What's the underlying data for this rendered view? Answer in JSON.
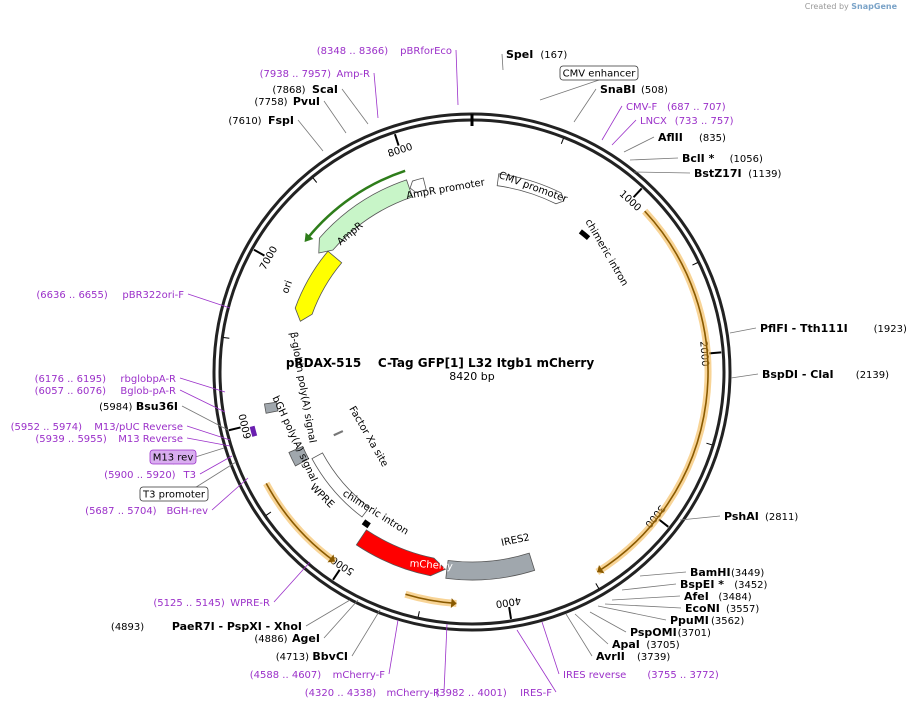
{
  "credit": {
    "prefix": "Created by",
    "brand": "SnapGene"
  },
  "plasmid": {
    "name": "pRDAX-515    C-Tag GFP[1] L32 Itgb1 mCherry",
    "size_label": "8420 bp",
    "length": 8420
  },
  "ticks": [
    "1000",
    "2000",
    "3000",
    "4000",
    "5000",
    "6000",
    "7000",
    "8000"
  ],
  "colors": {
    "primer": "#9b30c9",
    "orange_arc": "#f2b040",
    "amp": "#c8f5c8",
    "amp_arrow": "#2e7d1a",
    "ori": "#ffff00",
    "mcherry": "#ff0000",
    "ires": "#a0a7ad",
    "gray_feature": "#a0a7ad"
  },
  "sites": [
    {
      "id": "spei",
      "name": "SpeI",
      "pos": "(167)",
      "label_pos": 167
    },
    {
      "id": "snabi",
      "name": "SnaBI",
      "pos": "(508)",
      "label_pos": 508
    },
    {
      "id": "aflii",
      "name": "AflII",
      "pos": "(835)",
      "label_pos": 835
    },
    {
      "id": "bcli",
      "name": "BclI *",
      "pos": "(1056)",
      "label_pos": 1056
    },
    {
      "id": "bstz17i",
      "name": "BstZ17I",
      "pos": "(1139)",
      "label_pos": 1139
    },
    {
      "id": "pflfi",
      "name": "PflFI  - Tth111I",
      "pos": "(1923)",
      "label_pos": 1923
    },
    {
      "id": "bspdi",
      "name": "BspDI  - ClaI",
      "pos": "(2139)",
      "label_pos": 2139
    },
    {
      "id": "pshai",
      "name": "PshAI",
      "pos": "(2811)",
      "label_pos": 2811
    },
    {
      "id": "bamhi",
      "name": "BamHI",
      "pos": "(3449)",
      "label_pos": 3449
    },
    {
      "id": "bspei",
      "name": "BspEI *",
      "pos": "(3452)",
      "label_pos": 3452
    },
    {
      "id": "afei",
      "name": "AfeI",
      "pos": "(3484)",
      "label_pos": 3484
    },
    {
      "id": "econi",
      "name": "EcoNI",
      "pos": "(3557)",
      "label_pos": 3557
    },
    {
      "id": "ppumi",
      "name": "PpuMI",
      "pos": "(3562)",
      "label_pos": 3562
    },
    {
      "id": "pspomi",
      "name": "PspOMI",
      "pos": "(3701)",
      "label_pos": 3701
    },
    {
      "id": "apai",
      "name": "ApaI",
      "pos": "(3705)",
      "label_pos": 3705
    },
    {
      "id": "avrii",
      "name": "AvrII",
      "pos": "(3739)",
      "label_pos": 3739
    },
    {
      "id": "bbvci",
      "name": "BbvCI",
      "pos": "(4713)",
      "label_pos": 4713
    },
    {
      "id": "agei",
      "name": "AgeI",
      "pos": "(4886)",
      "label_pos": 4886
    },
    {
      "id": "paer7i",
      "name": "PaeR7I  - PspXI  - XhoI",
      "pos": "(4893)",
      "label_pos": 4893
    },
    {
      "id": "bsu36i",
      "name": "Bsu36I",
      "pos": "(5984)",
      "label_pos": 5984
    },
    {
      "id": "fspi",
      "name": "FspI",
      "pos": "(7610)",
      "label_pos": 7610
    },
    {
      "id": "pvui",
      "name": "PvuI",
      "pos": "(7758)",
      "label_pos": 7758
    },
    {
      "id": "scai",
      "name": "ScaI",
      "pos": "(7868)",
      "label_pos": 7868
    }
  ],
  "primers": [
    {
      "id": "pbrforeco",
      "name": "pBRforEco",
      "pos": "(8348 .. 8366)",
      "label_pos": 8357
    },
    {
      "id": "ampr-primer",
      "name": "Amp-R",
      "pos": "(7938 .. 7957)",
      "label_pos": 7948
    },
    {
      "id": "cmvf",
      "name": "CMV-F",
      "pos": "(687 .. 707)",
      "label_pos": 697
    },
    {
      "id": "lncx",
      "name": "LNCX",
      "pos": "(733 .. 757)",
      "label_pos": 745
    },
    {
      "id": "pbr322ori",
      "name": "pBR322ori-F",
      "pos": "(6636 .. 6655)",
      "label_pos": 6645
    },
    {
      "id": "rbglobpa",
      "name": "rbglobpA-R",
      "pos": "(6176 .. 6195)",
      "label_pos": 6185
    },
    {
      "id": "bglobpa",
      "name": "Bglob-pA-R",
      "pos": "(6057 .. 6076)",
      "label_pos": 6066
    },
    {
      "id": "m13puc",
      "name": "M13/pUC Reverse",
      "pos": "(5952 .. 5974)",
      "label_pos": 5963
    },
    {
      "id": "m13rev2",
      "name": "M13 Reverse",
      "pos": "(5939 .. 5955)",
      "label_pos": 5947
    },
    {
      "id": "t3",
      "name": "T3",
      "pos": "(5900 .. 5920)",
      "label_pos": 5910
    },
    {
      "id": "bghrev",
      "name": "BGH-rev",
      "pos": "(5687 .. 5704)",
      "label_pos": 5695
    },
    {
      "id": "wprer",
      "name": "WPRE-R",
      "pos": "(5125 .. 5145)",
      "label_pos": 5135
    },
    {
      "id": "mcherryf",
      "name": "mCherry-F",
      "pos": "(4588 .. 4607)",
      "label_pos": 4597
    },
    {
      "id": "mcherryr",
      "name": "mCherry-R",
      "pos": "(4320 .. 4338)",
      "label_pos": 4329
    },
    {
      "id": "iresf",
      "name": "IRES-F",
      "pos": "(3982 .. 4001)",
      "label_pos": 3991
    },
    {
      "id": "iresrev",
      "name": "IRES reverse",
      "pos": "(3755 .. 3772)",
      "label_pos": 3763
    }
  ],
  "boxed_labels": [
    {
      "id": "cmv-enhancer",
      "text": "CMV enhancer"
    },
    {
      "id": "m13-rev",
      "text": "M13 rev"
    },
    {
      "id": "t3-promoter",
      "text": "T3 promoter"
    }
  ],
  "features": [
    {
      "id": "cmv-promoter",
      "text": "CMV promoter"
    },
    {
      "id": "chimeric-intron-top",
      "text": "chimeric intron"
    },
    {
      "id": "ampr-promoter",
      "text": "AmpR promoter"
    },
    {
      "id": "ampr",
      "text": "AmpR"
    },
    {
      "id": "ori",
      "text": "ori"
    },
    {
      "id": "beta-globin",
      "text": "β-globin poly(A) signal"
    },
    {
      "id": "bgh-polya",
      "text": "bGH poly(A) signal"
    },
    {
      "id": "factor-xa",
      "text": "Factor Xa site"
    },
    {
      "id": "wpre",
      "text": "WPRE"
    },
    {
      "id": "chimeric-intron-bottom",
      "text": "chimeric intron"
    },
    {
      "id": "mcherry",
      "text": "mCherry"
    },
    {
      "id": "ires2",
      "text": "IRES2"
    }
  ]
}
